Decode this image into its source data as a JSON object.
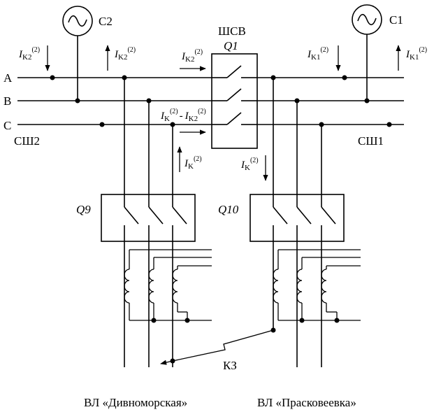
{
  "buses": {
    "phase_a": "A",
    "phase_b": "B",
    "phase_c": "C",
    "left_bus": "СШ2",
    "right_bus": "СШ1"
  },
  "sources": {
    "left": "C2",
    "right": "C1"
  },
  "coupler": {
    "name": "ШСВ",
    "breaker": "Q1"
  },
  "breakers": {
    "left": "Q9",
    "right": "Q10"
  },
  "currents": {
    "i": "I",
    "k2_sub": "K2",
    "k1_sub": "K1",
    "k_sub": "K",
    "order": "(2)",
    "minus": "-"
  },
  "fault": {
    "label": "КЗ"
  },
  "lines": {
    "left": "ВЛ «Дивноморская»",
    "right": "ВЛ «Прасковеевка»"
  }
}
